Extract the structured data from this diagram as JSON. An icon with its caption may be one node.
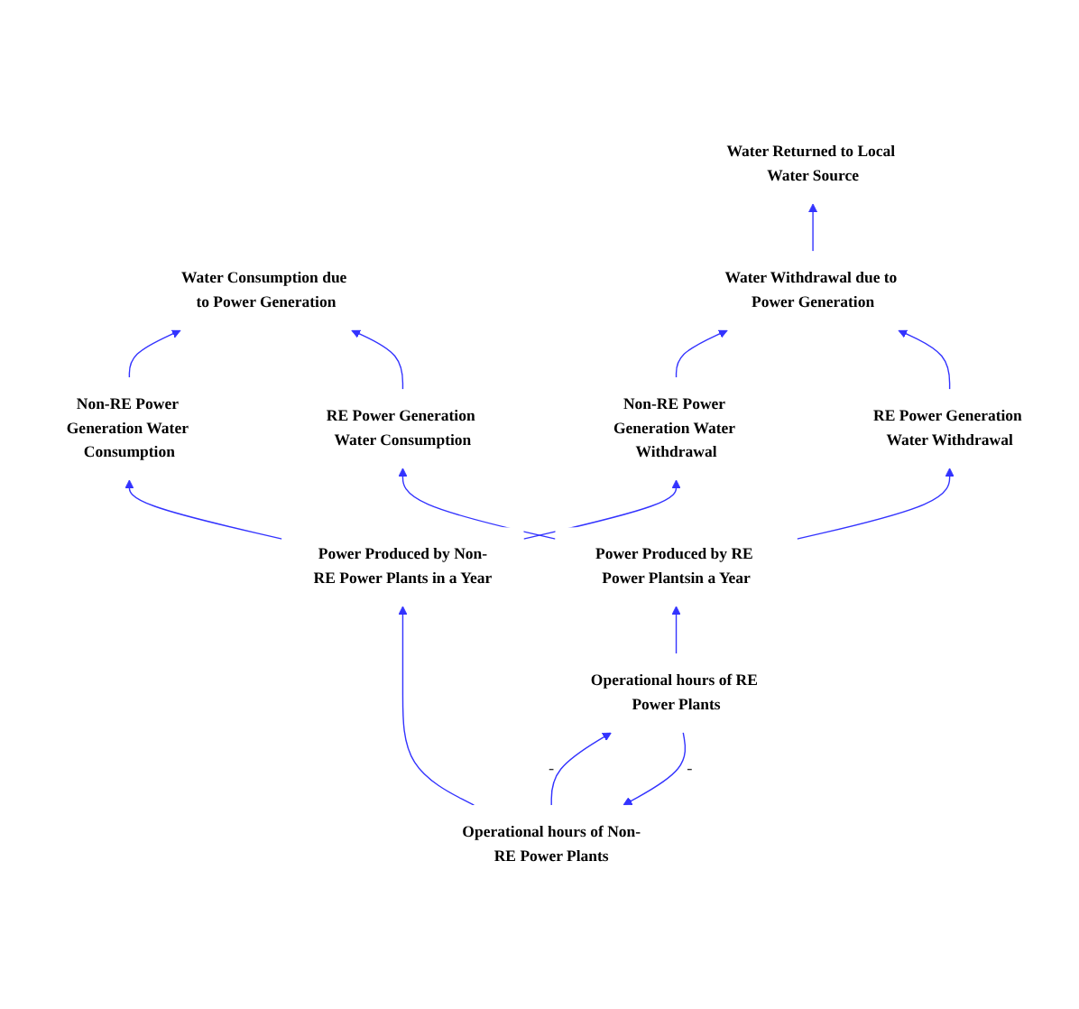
{
  "diagram": {
    "nodes": [
      {
        "text": [
          "Water Returned to Local Water Source"
        ]
      },
      {
        "text": [
          "Water Consumption due to Power Generation"
        ]
      },
      {
        "text": [
          "Water Withdrawal due to Power Generation"
        ]
      },
      {
        "text": [
          "Non-RE Power Generation Water Consumption"
        ]
      },
      {
        "text": [
          "Non-RE Power Generation Water Withdrawal"
        ]
      },
      {
        "text": [
          "RE Power Generation Water Consumption"
        ]
      },
      {
        "text": [
          "RE Power Generation Water Withdrawal"
        ]
      },
      {
        "text": [
          "Power Produced by Non-RE Power Plants in a Year"
        ]
      },
      {
        "text": [
          "Power Produced by RE Power Plantsin a Year"
        ]
      },
      {
        "text": [
          "Operational hours of Non-RE Power Plants"
        ]
      },
      {
        "text": [
          "Operational hours of RE Power Plants"
        ]
      }
    ],
    "edges": [
      {
        "from": 2,
        "to": 0,
        "arrow": "to"
      },
      {
        "from": 3,
        "to": 1,
        "arrow": "to"
      },
      {
        "from": 4,
        "to": 2,
        "arrow": "to"
      },
      {
        "from": 5,
        "to": 1,
        "arrow": "to"
      },
      {
        "from": 6,
        "to": 2,
        "arrow": "to"
      },
      {
        "from": 7,
        "to": 3,
        "arrow": "to"
      },
      {
        "from": 7,
        "to": 4,
        "arrow": "to"
      },
      {
        "from": 8,
        "to": 5,
        "arrow": "to"
      },
      {
        "from": 8,
        "to": 6,
        "arrow": "to"
      },
      {
        "from": 9,
        "to": 7,
        "arrow": "to"
      },
      {
        "from": 10,
        "to": 8,
        "arrow": "to"
      },
      {
        "from": 9,
        "to": 10,
        "arrow": "to",
        "label": "-"
      },
      {
        "from": 10,
        "to": 9,
        "arrow": "to",
        "label": "-"
      }
    ]
  }
}
